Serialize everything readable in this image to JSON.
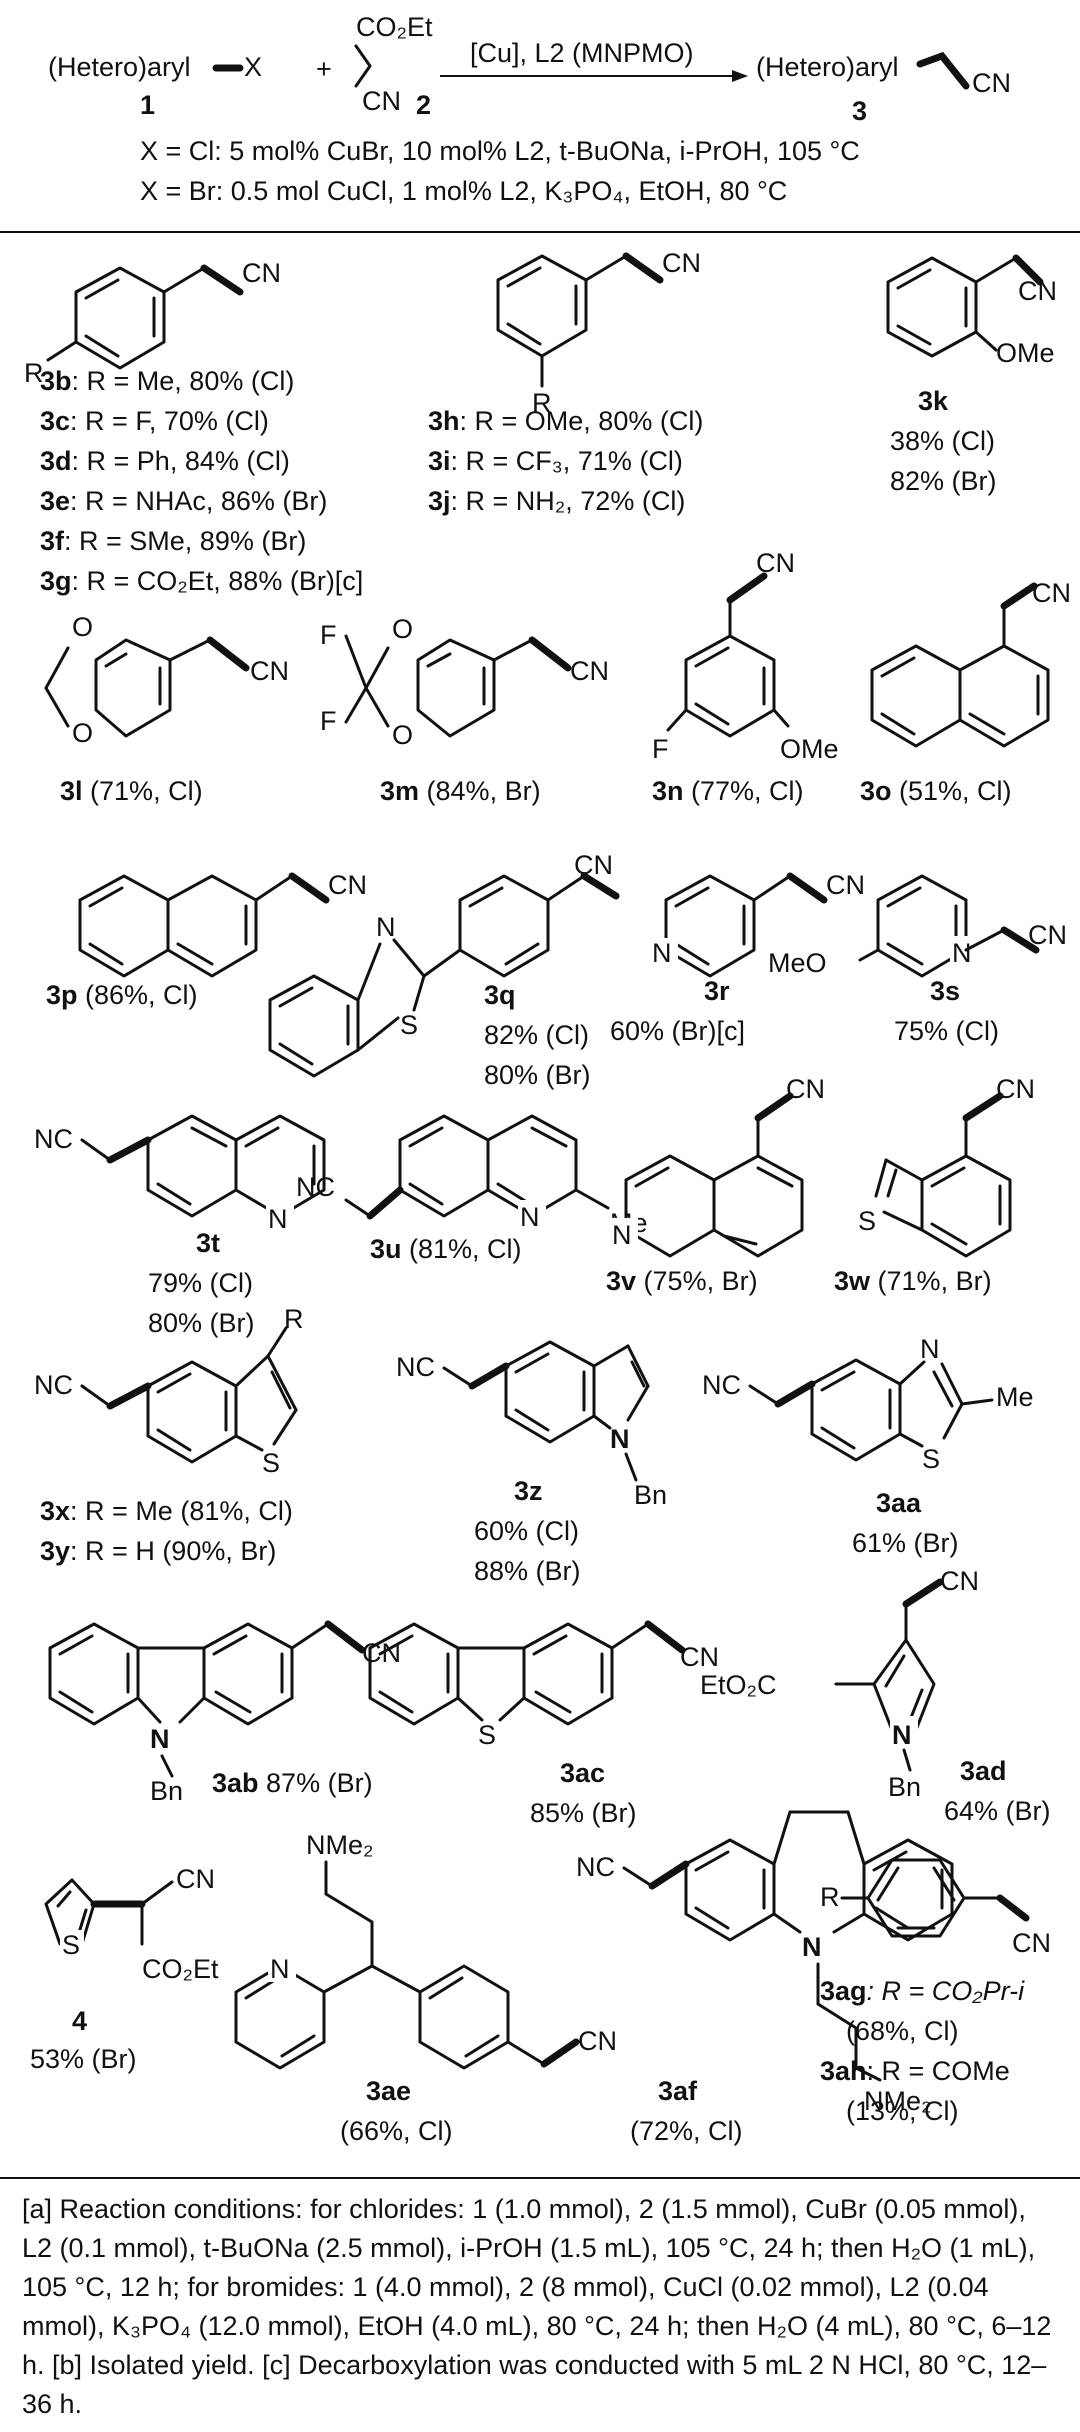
{
  "scheme": {
    "reactant1": "(Hetero)aryl",
    "leaving": "X",
    "plus": "+",
    "reagent_group": "CO₂Et",
    "reagent_cn": "CN",
    "num1": "1",
    "num2": "2",
    "arrow_top": "[Cu], L2 (MNPMO)",
    "product": "(Hetero)aryl",
    "product_cn": "CN",
    "num3": "3",
    "cond_cl": "X = Cl: 5 mol% CuBr, 10 mol% L2, t-BuONa, i-PrOH, 105 °C",
    "cond_br": "X = Br: 0.5 mol CuCl, 1 mol% L2, K₃PO₄, EtOH, 80 °C"
  },
  "compounds": {
    "para_series": [
      {
        "id": "3b",
        "text": ": R = Me, 80% (Cl)"
      },
      {
        "id": "3c",
        "text": ": R = F, 70% (Cl)"
      },
      {
        "id": "3d",
        "text": ": R = Ph, 84% (Cl)"
      },
      {
        "id": "3e",
        "text": ": R = NHAc, 86% (Br)"
      },
      {
        "id": "3f",
        "text": ": R = SMe, 89% (Br)"
      },
      {
        "id": "3g",
        "text": ": R = CO₂Et, 88% (Br)[c]"
      }
    ],
    "meta_series": [
      {
        "id": "3h",
        "text": ": R = OMe, 80% (Cl)"
      },
      {
        "id": "3i",
        "text": ": R = CF₃, 71% (Cl)"
      },
      {
        "id": "3j",
        "text": ": R = NH₂, 72% (Cl)"
      }
    ],
    "3k": {
      "id": "3k",
      "y1": "38% (Cl)",
      "y2": "82% (Br)"
    },
    "3l": {
      "id": "3l",
      "text": " (71%, Cl)"
    },
    "3m": {
      "id": "3m",
      "text": " (84%, Br)"
    },
    "3n": {
      "id": "3n",
      "text": " (77%, Cl)"
    },
    "3o": {
      "id": "3o",
      "text": " (51%, Cl)"
    },
    "3p": {
      "id": "3p",
      "text": " (86%, Cl)"
    },
    "3q": {
      "id": "3q",
      "y1": "82% (Cl)",
      "y2": "80% (Br)"
    },
    "3r": {
      "id": "3r",
      "y1": "60% (Br)[c]"
    },
    "3s": {
      "id": "3s",
      "y1": "75% (Cl)"
    },
    "3t": {
      "id": "3t",
      "y1": "79% (Cl)",
      "y2": "80% (Br)"
    },
    "3u": {
      "id": "3u",
      "text": " (81%, Cl)"
    },
    "3v": {
      "id": "3v",
      "text": " (75%, Br)"
    },
    "3w": {
      "id": "3w",
      "text": " (71%, Br)"
    },
    "3x": {
      "id": "3x",
      "text": ": R = Me (81%, Cl)"
    },
    "3y": {
      "id": "3y",
      "text": ": R = H (90%, Br)"
    },
    "3z": {
      "id": "3z",
      "y1": "60% (Cl)",
      "y2": "88% (Br)"
    },
    "3aa": {
      "id": "3aa",
      "y1": "61% (Br)"
    },
    "3ab": {
      "id": "3ab",
      "text": " 87% (Br)"
    },
    "3ac": {
      "id": "3ac",
      "y1": "85% (Br)"
    },
    "3ad": {
      "id": "3ad",
      "y1": "64% (Br)"
    },
    "4": {
      "id": "4",
      "y1": "53% (Br)"
    },
    "3ae": {
      "id": "3ae",
      "y1": "(66%, Cl)"
    },
    "3af": {
      "id": "3af",
      "y1": "(72%, Cl)"
    },
    "3ag": {
      "id": "3ag",
      "text": ": R = CO₂Pr-i",
      "y1": "(68%, Cl)"
    },
    "3ah": {
      "id": "3ah",
      "text": ": R = COMe",
      "y1": "(13%, Cl)"
    }
  },
  "atoms": {
    "CN": "CN",
    "NC": "NC",
    "R": "R",
    "OMe": "OMe",
    "MeO": "MeO",
    "O": "O",
    "F": "F",
    "N": "N",
    "S": "S",
    "Me": "Me",
    "Bn": "Bn",
    "EtO2C": "EtO₂C",
    "CO2Et": "CO₂Et",
    "NMe2": "NMe₂"
  },
  "footnote": {
    "text": "[a] Reaction conditions: for chlorides: 1 (1.0 mmol), 2 (1.5 mmol), CuBr (0.05 mmol), L2 (0.1 mmol), t-BuONa (2.5 mmol), i-PrOH (1.5 mL), 105 °C, 24 h; then H₂O (1 mL), 105 °C, 12 h; for bromides: 1 (4.0 mmol), 2 (8 mmol), CuCl (0.02 mmol), L2 (0.04 mmol), K₃PO₄ (12.0 mmol), EtOH (4.0 mL), 80 °C, 24 h; then H₂O (4 mL), 80 °C, 6–12 h. [b] Isolated yield. [c] Decarboxylation was conducted with 5 mL 2 N HCl, 80 °C, 12–36 h."
  }
}
